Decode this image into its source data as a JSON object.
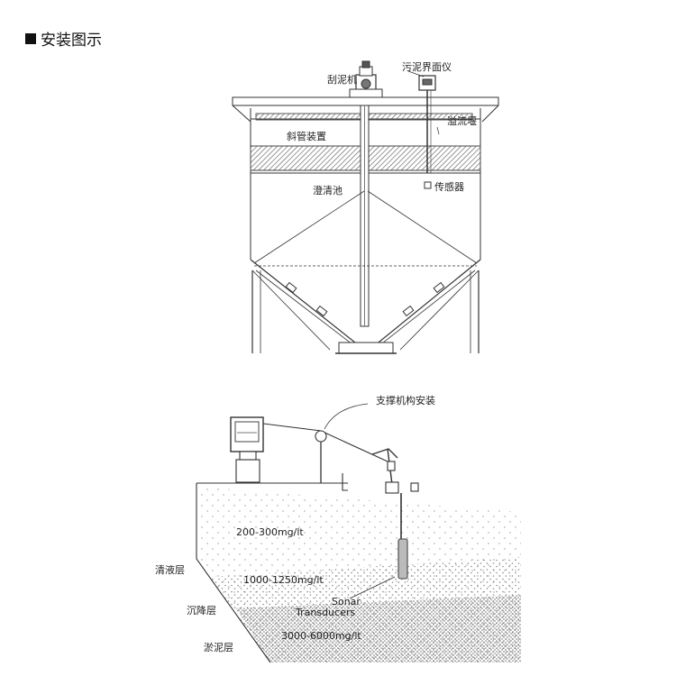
{
  "heading": {
    "title": "安装图示"
  },
  "top_diagram": {
    "labels": {
      "scraper": "刮泥机",
      "interface_meter": "污泥界面仪",
      "overflow_weir": "溢流堰",
      "inclined_tube": "斜管装置",
      "clarifier": "澄清池",
      "sensor": "传感器"
    }
  },
  "bottom_diagram": {
    "labels": {
      "support_mount": "支撑机构安装",
      "clear_layer": "清液层",
      "settling_layer": "沉降层",
      "sludge_layer": "淤泥层",
      "sonar": "Sonar",
      "transducers": "Transducers"
    },
    "concentrations": {
      "clear": "200-300mg/lt",
      "settling": "1000-1250mg/lt",
      "sludge": "3000-6000mg/lt"
    }
  }
}
